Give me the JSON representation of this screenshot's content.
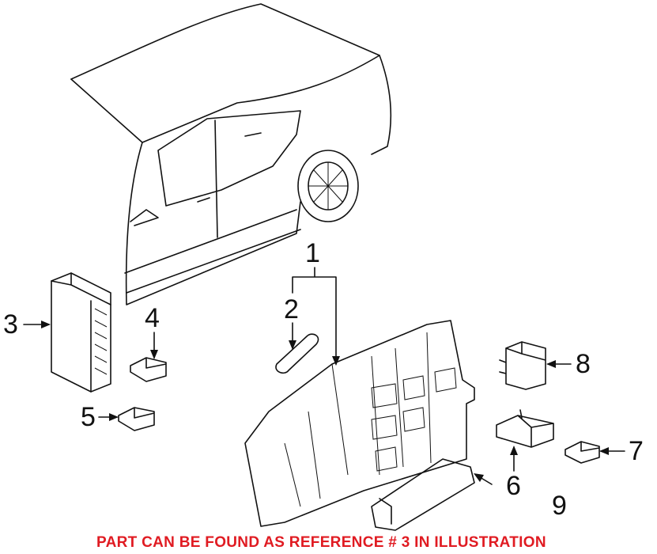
{
  "callouts": {
    "c1": "1",
    "c2": "2",
    "c3": "3",
    "c4": "4",
    "c5": "5",
    "c6": "6",
    "c7": "7",
    "c8": "8",
    "c9": "9"
  },
  "note": "PART CAN BE FOUND AS REFERENCE # 3 IN ILLUSTRATION",
  "colors": {
    "note": "#e01b22",
    "lines": "#111111"
  }
}
